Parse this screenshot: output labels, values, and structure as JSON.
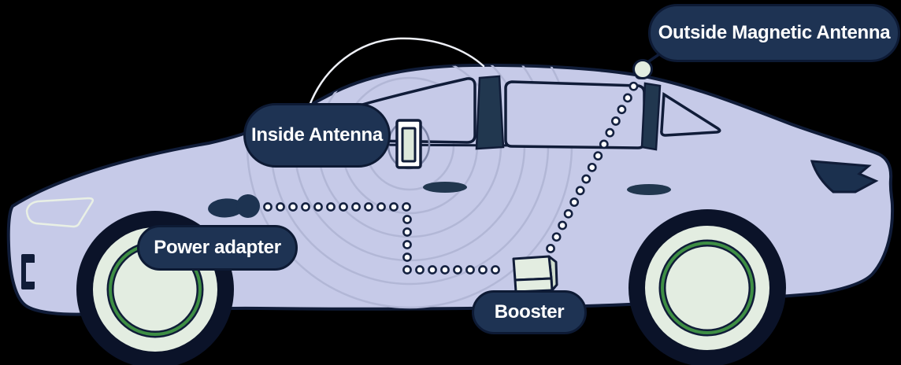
{
  "labels": {
    "outside_antenna": "Outside Magnetic Antenna",
    "inside_antenna": "Inside Antenna",
    "power_adapter": "Power adapter",
    "booster": "Booster"
  },
  "colors": {
    "background": "#000000",
    "car_body": "#c6cae8",
    "outline": "#101c38",
    "pillar": "#21374f",
    "label_bg": "#1e3353",
    "label_border": "#0d1a34",
    "label_text": "#ffffff",
    "wave": "#b2b7d6",
    "wave_halo": "#7e86a8",
    "mint": "#e3ede1",
    "green": "#3e8e44",
    "tire": "#0b1329",
    "dot_fill": "#ffffff",
    "dot_stroke": "#142140",
    "white_arc": "#eef0f7",
    "taillight": "#1b304e",
    "headlight": "#e9f0e5",
    "device_inner": "#dde8da",
    "booster_side": "#cfddcd",
    "plug": "#1d3351"
  }
}
